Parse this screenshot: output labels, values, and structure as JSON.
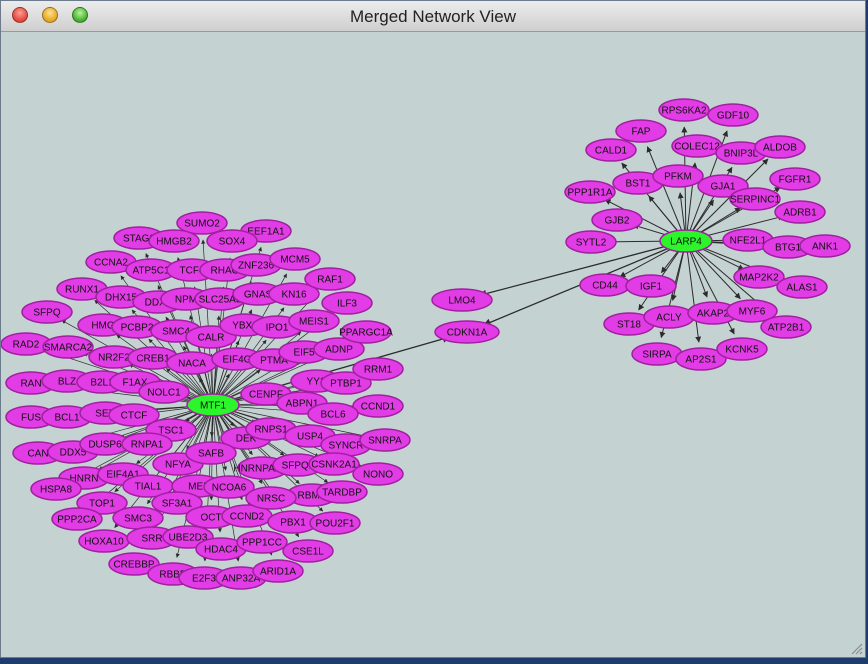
{
  "window": {
    "title": "Merged Network View"
  },
  "colors": {
    "node_fill": "#e23ce6",
    "node_stroke": "#a020a0",
    "hub_fill": "#2cf52c",
    "hub_stroke": "#14a014",
    "edge": "#2b2b2b",
    "canvas": "#c5d2d2"
  },
  "icons": {
    "close": "close-button-icon",
    "minimize": "minimize-button-icon",
    "zoom": "zoom-button-icon",
    "resize": "resize-grip-icon"
  },
  "network": {
    "hubs": [
      {
        "id": "MTF1",
        "label": "MTF1"
      },
      {
        "id": "LARP4",
        "label": "LARP4"
      }
    ],
    "shared_targets": [
      {
        "id": "LMO4",
        "label": "LMO4"
      },
      {
        "id": "CDKN1A",
        "label": "CDKN1A"
      }
    ],
    "larp4_targets": [
      "RPS6KA2",
      "GDF10",
      "FAP",
      "CALD1",
      "COLEC12",
      "BNIP3L",
      "ALDOB",
      "PPP1R1A",
      "BST1",
      "PFKM",
      "GJA1",
      "FGFR1",
      "SERPINC1",
      "GJB2",
      "ADRB1",
      "SYTL2",
      "NFE2L1",
      "BTG1",
      "ANK1",
      "MAP2K2",
      "CD44",
      "IGF1",
      "ALAS1",
      "ST18",
      "ACLY",
      "AKAP2",
      "MYF6",
      "ATP2B1",
      "SIRPA",
      "AP2S1",
      "KCNK5"
    ],
    "mtf1_targets": [
      "SUMO2",
      "EEF1A1",
      "STAG2",
      "HMGB2",
      "SOX4",
      "CCNA2",
      "ATP5C1",
      "TCF4",
      "RHAG",
      "ZNF236",
      "MCM5",
      "RUNX1",
      "DHX15",
      "DDX1",
      "NPM",
      "SLC25A3",
      "GNAS",
      "KN16",
      "RAF1",
      "SFPQ",
      "HMG",
      "PCBP2",
      "SMC4",
      "CALR",
      "YBX1",
      "IPO1",
      "MEIS1",
      "ILF3",
      "RAD2",
      "SMARCA2",
      "NR2F2",
      "CREB1",
      "NACA",
      "EIF4G",
      "PTMA",
      "EIF5",
      "ADNP",
      "PPARGC1A",
      "RAN",
      "BLZ",
      "B2L1",
      "F1AX",
      "NOLC1",
      "YY1",
      "PTBP1",
      "RRM1",
      "FUS",
      "BCL1",
      "SET",
      "CTCF",
      "CENPF",
      "ABPN1",
      "CCND1",
      "BCL6",
      "CAN",
      "DDX5",
      "DUSP6",
      "TSC1",
      "RNPA1",
      "DEK",
      "RNPS1",
      "USP4",
      "SYNCR",
      "SNRPA",
      "HNRN",
      "EIF4A1",
      "NFYA",
      "SAFB",
      "HNRNPA2B1",
      "SFPQ2",
      "CSNK2A1",
      "NONO",
      "HSPA8",
      "TIAL1",
      "MEI",
      "NCOA6",
      "RBMX",
      "TARDBP",
      "TOP1",
      "SF3A1",
      "PPP2CA",
      "SMC3",
      "OCT",
      "CCND2",
      "NRSC",
      "PBX1",
      "POU2F1",
      "HOXA10",
      "SRR",
      "UBE2D3",
      "HDAC4",
      "PPP1CC",
      "CSE1L",
      "CREBBP",
      "RBBP",
      "E2F3",
      "ANP32A",
      "ARID1A"
    ]
  }
}
